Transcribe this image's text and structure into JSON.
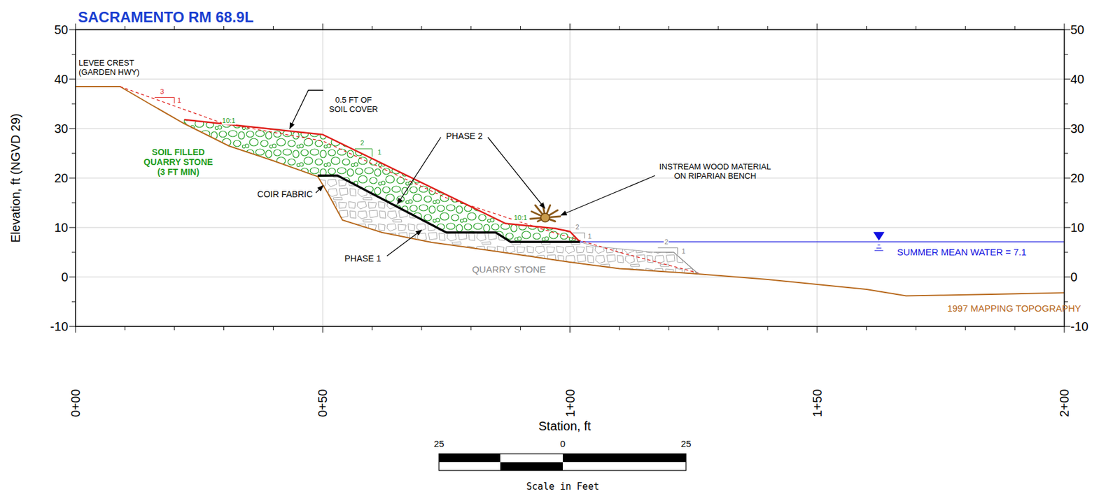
{
  "diagram": {
    "title": "SACRAMENTO RM 68.9L",
    "labels": [
      "LEVEE CREST (GARDEN HWY)",
      "0.5 FT OF SOIL COVER",
      "SOIL FILLED QUARRY STONE (3 FT MIN)",
      "PHASE 2",
      "INSTREAM WOOD MATERIAL ON RIPARIAN BENCH",
      "COIR FABRIC",
      "PHASE 1",
      "QUARRY STONE",
      "SUMMER MEAN WATER = 7.1",
      "1997 MAPPING TOPOGRAPHY",
      "Elevation, ft (NGVD 29)",
      "Station, ft",
      "50",
      "40",
      "30",
      "20",
      "10",
      "0",
      "-10",
      "50",
      "40",
      "30",
      "20",
      "10",
      "0",
      "-10",
      "0+00",
      "0+50",
      "1+00",
      "1+50",
      "2+00",
      "25",
      "0",
      "25",
      "Scale in Feet",
      "3",
      "1",
      "10:1",
      "2",
      "1",
      "10:1",
      "2",
      "1",
      "2",
      "1"
    ]
  }
}
